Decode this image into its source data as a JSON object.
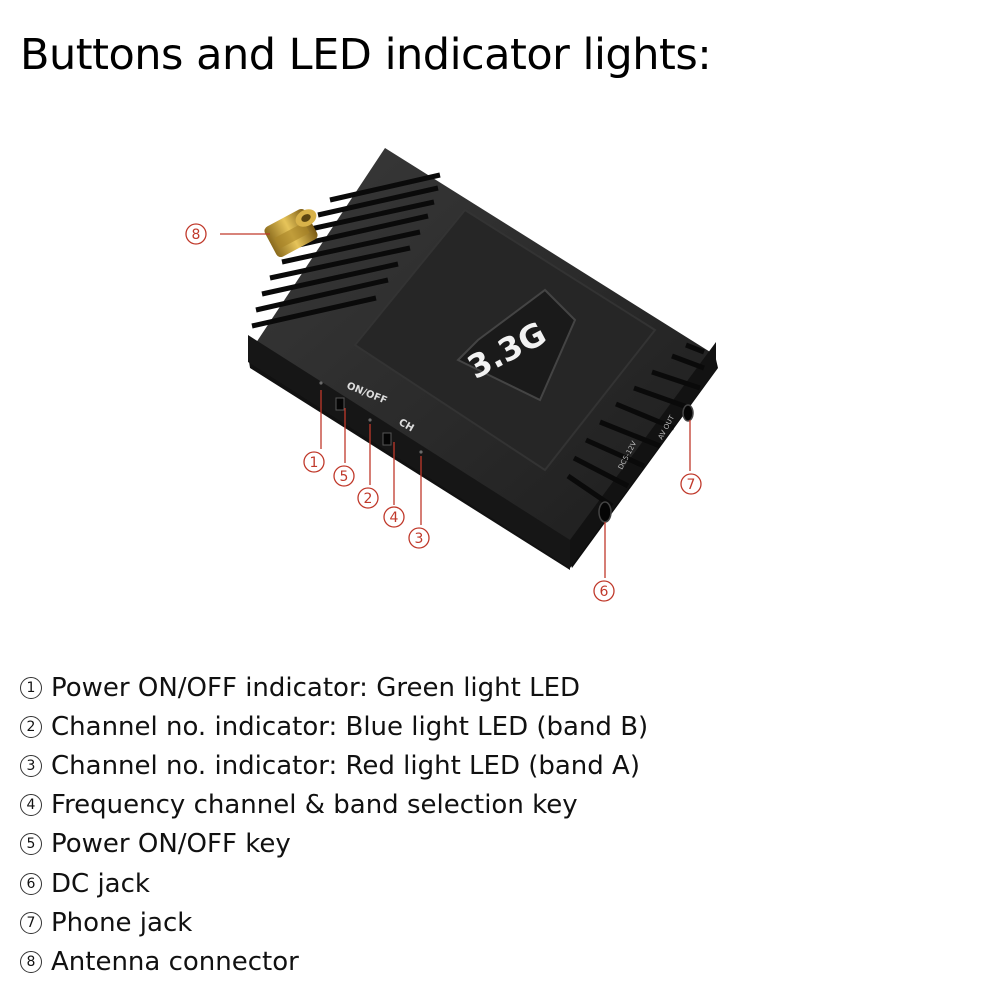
{
  "title": "Buttons and LED indicator lights:",
  "device": {
    "badge": "3.3G",
    "label_onoff": "ON/OFF",
    "label_ch": "CH",
    "label_dc": "DC5-12V",
    "label_av": "AV OUT"
  },
  "callouts": [
    "1",
    "2",
    "3",
    "4",
    "5",
    "6",
    "7",
    "8"
  ],
  "legend": [
    {
      "num": "1",
      "text": "Power ON/OFF indicator: Green light LED"
    },
    {
      "num": "2",
      "text": "Channel no. indicator: Blue light LED (band B)"
    },
    {
      "num": "3",
      "text": "Channel no. indicator: Red light LED (band A)"
    },
    {
      "num": "4",
      "text": "Frequency channel & band selection key"
    },
    {
      "num": "5",
      "text": "Power ON/OFF key"
    },
    {
      "num": "6",
      "text": "DC jack"
    },
    {
      "num": "7",
      "text": "Phone jack"
    },
    {
      "num": "8",
      "text": "Antenna connector"
    }
  ],
  "colors": {
    "callout": "#c0392b",
    "device_body": "#1f1f1f",
    "antenna": "#c9a13a"
  }
}
